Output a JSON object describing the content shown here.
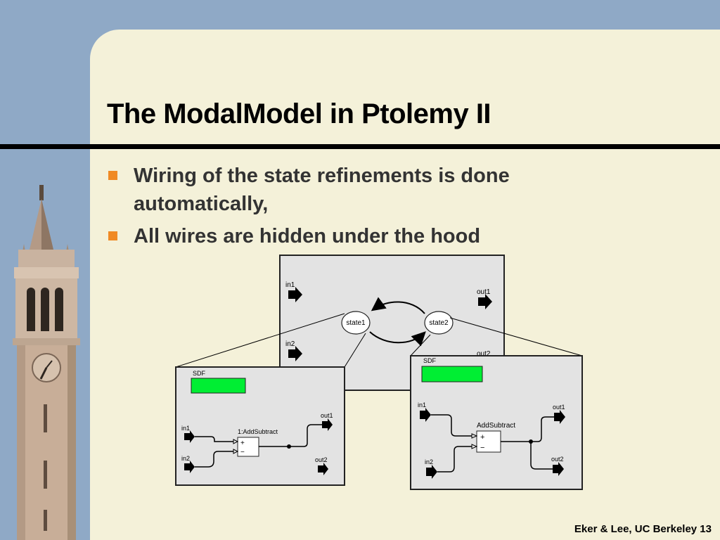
{
  "slide": {
    "title": "The ModalModel in Ptolemy II",
    "bullets": [
      "Wiring of the state refinements is done automatically,",
      "All wires are hidden under the hood"
    ],
    "footer": "Eker & Lee, UC Berkeley 13",
    "colors": {
      "background": "#8fa9c6",
      "panel": "#f4f1d9",
      "bullet": "#f08a24",
      "director": "#00ee33"
    }
  },
  "diagram": {
    "fsm": {
      "inputs": [
        "in1",
        "in2"
      ],
      "outputs": [
        "out1",
        "out2"
      ],
      "states": [
        "state1",
        "state2"
      ]
    },
    "refinement1": {
      "director": "SDF",
      "actor": "1:AddSubtract",
      "inputs": [
        "in1",
        "in2"
      ],
      "outputs": [
        "out1",
        "out2"
      ],
      "plus": "+",
      "minus": "−"
    },
    "refinement2": {
      "director": "SDF",
      "actor": "AddSubtract",
      "inputs": [
        "in1",
        "in2"
      ],
      "outputs": [
        "out1",
        "out2"
      ],
      "plus": "+",
      "minus": "−"
    }
  }
}
